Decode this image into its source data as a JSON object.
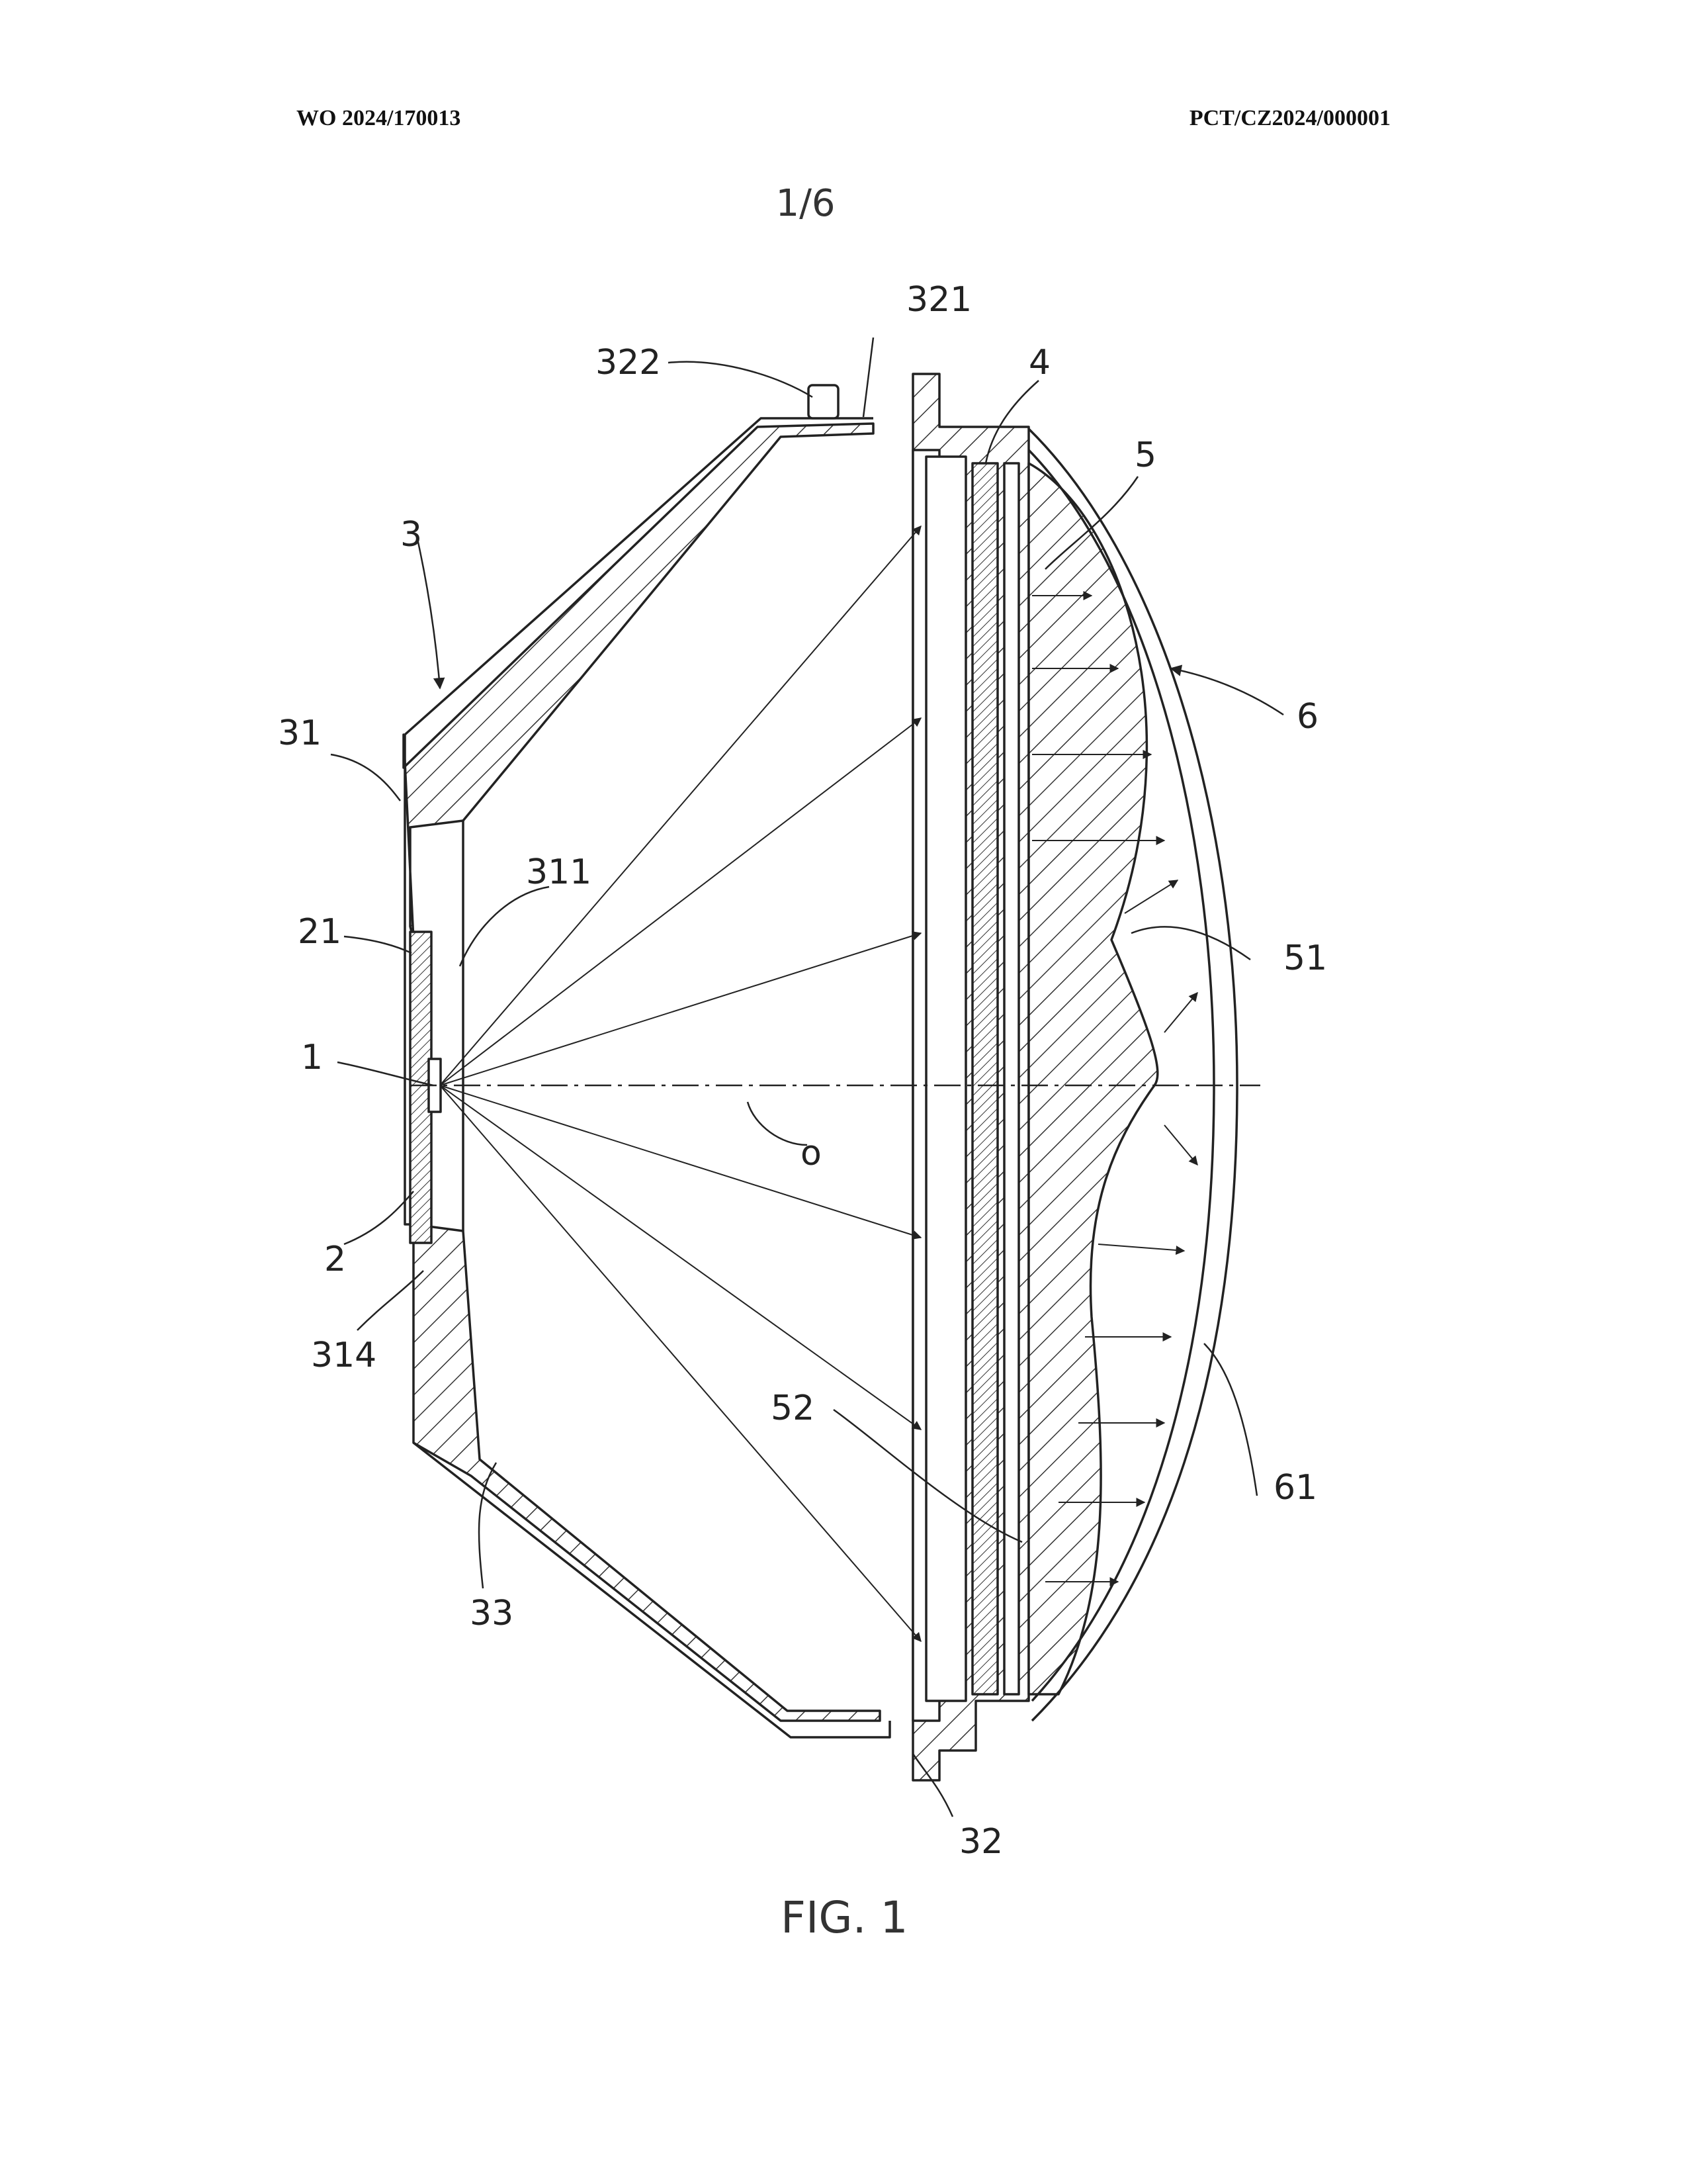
{
  "header": {
    "publication_number": "WO 2024/170013",
    "application_number": "PCT/CZ2024/000001"
  },
  "sheet": "1/6",
  "figure_caption": "FIG. 1",
  "reference_labels": {
    "l1": "1",
    "l2": "2",
    "l3": "3",
    "l4": "4",
    "l5": "5",
    "l6": "6",
    "l21": "21",
    "l31": "31",
    "l32": "32",
    "l33": "33",
    "l51": "51",
    "l52": "52",
    "l61": "61",
    "l311": "311",
    "l314": "314",
    "l321": "321",
    "l322": "322",
    "axis": "o"
  }
}
